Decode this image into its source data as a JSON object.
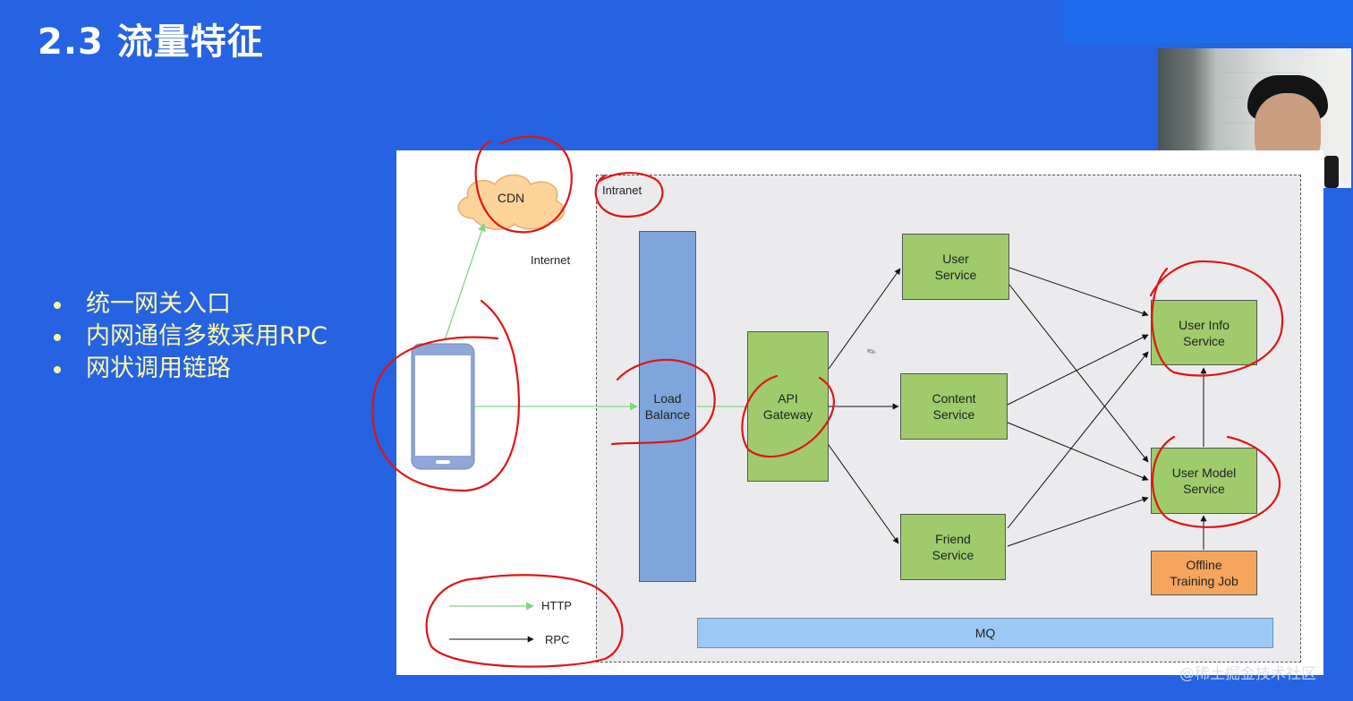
{
  "slide": {
    "title": "2.3 流量特征",
    "bullets": [
      "统一网关入口",
      "内网通信多数采用RPC",
      "网状调用链路"
    ]
  },
  "diagram": {
    "cdn_label": "CDN",
    "intranet_label": "Intranet",
    "internet_label": "Internet",
    "load_balance": "Load\nBalance",
    "api_gateway": "API\nGateway",
    "services": {
      "user": "User\nService",
      "content": "Content\nService",
      "friend": "Friend\nService",
      "user_info": "User Info\nService",
      "user_model": "User Model\nService",
      "offline_job": "Offline\nTraining Job"
    },
    "mq_label": "MQ",
    "legend": {
      "http": "HTTP",
      "rpc": "RPC"
    }
  },
  "colors": {
    "background": "#2563e2",
    "bullet_text": "#fff6a8",
    "service_green": "#9fcb6b",
    "job_orange": "#f5a55e",
    "load_balancer_blue": "#7ea6dc",
    "mq_blue": "#9cc8f5",
    "http_arrow": "#7fd67f",
    "rpc_arrow": "#111111",
    "annotation_red": "#e01515"
  },
  "watermark": "@稀土掘金技术社区"
}
